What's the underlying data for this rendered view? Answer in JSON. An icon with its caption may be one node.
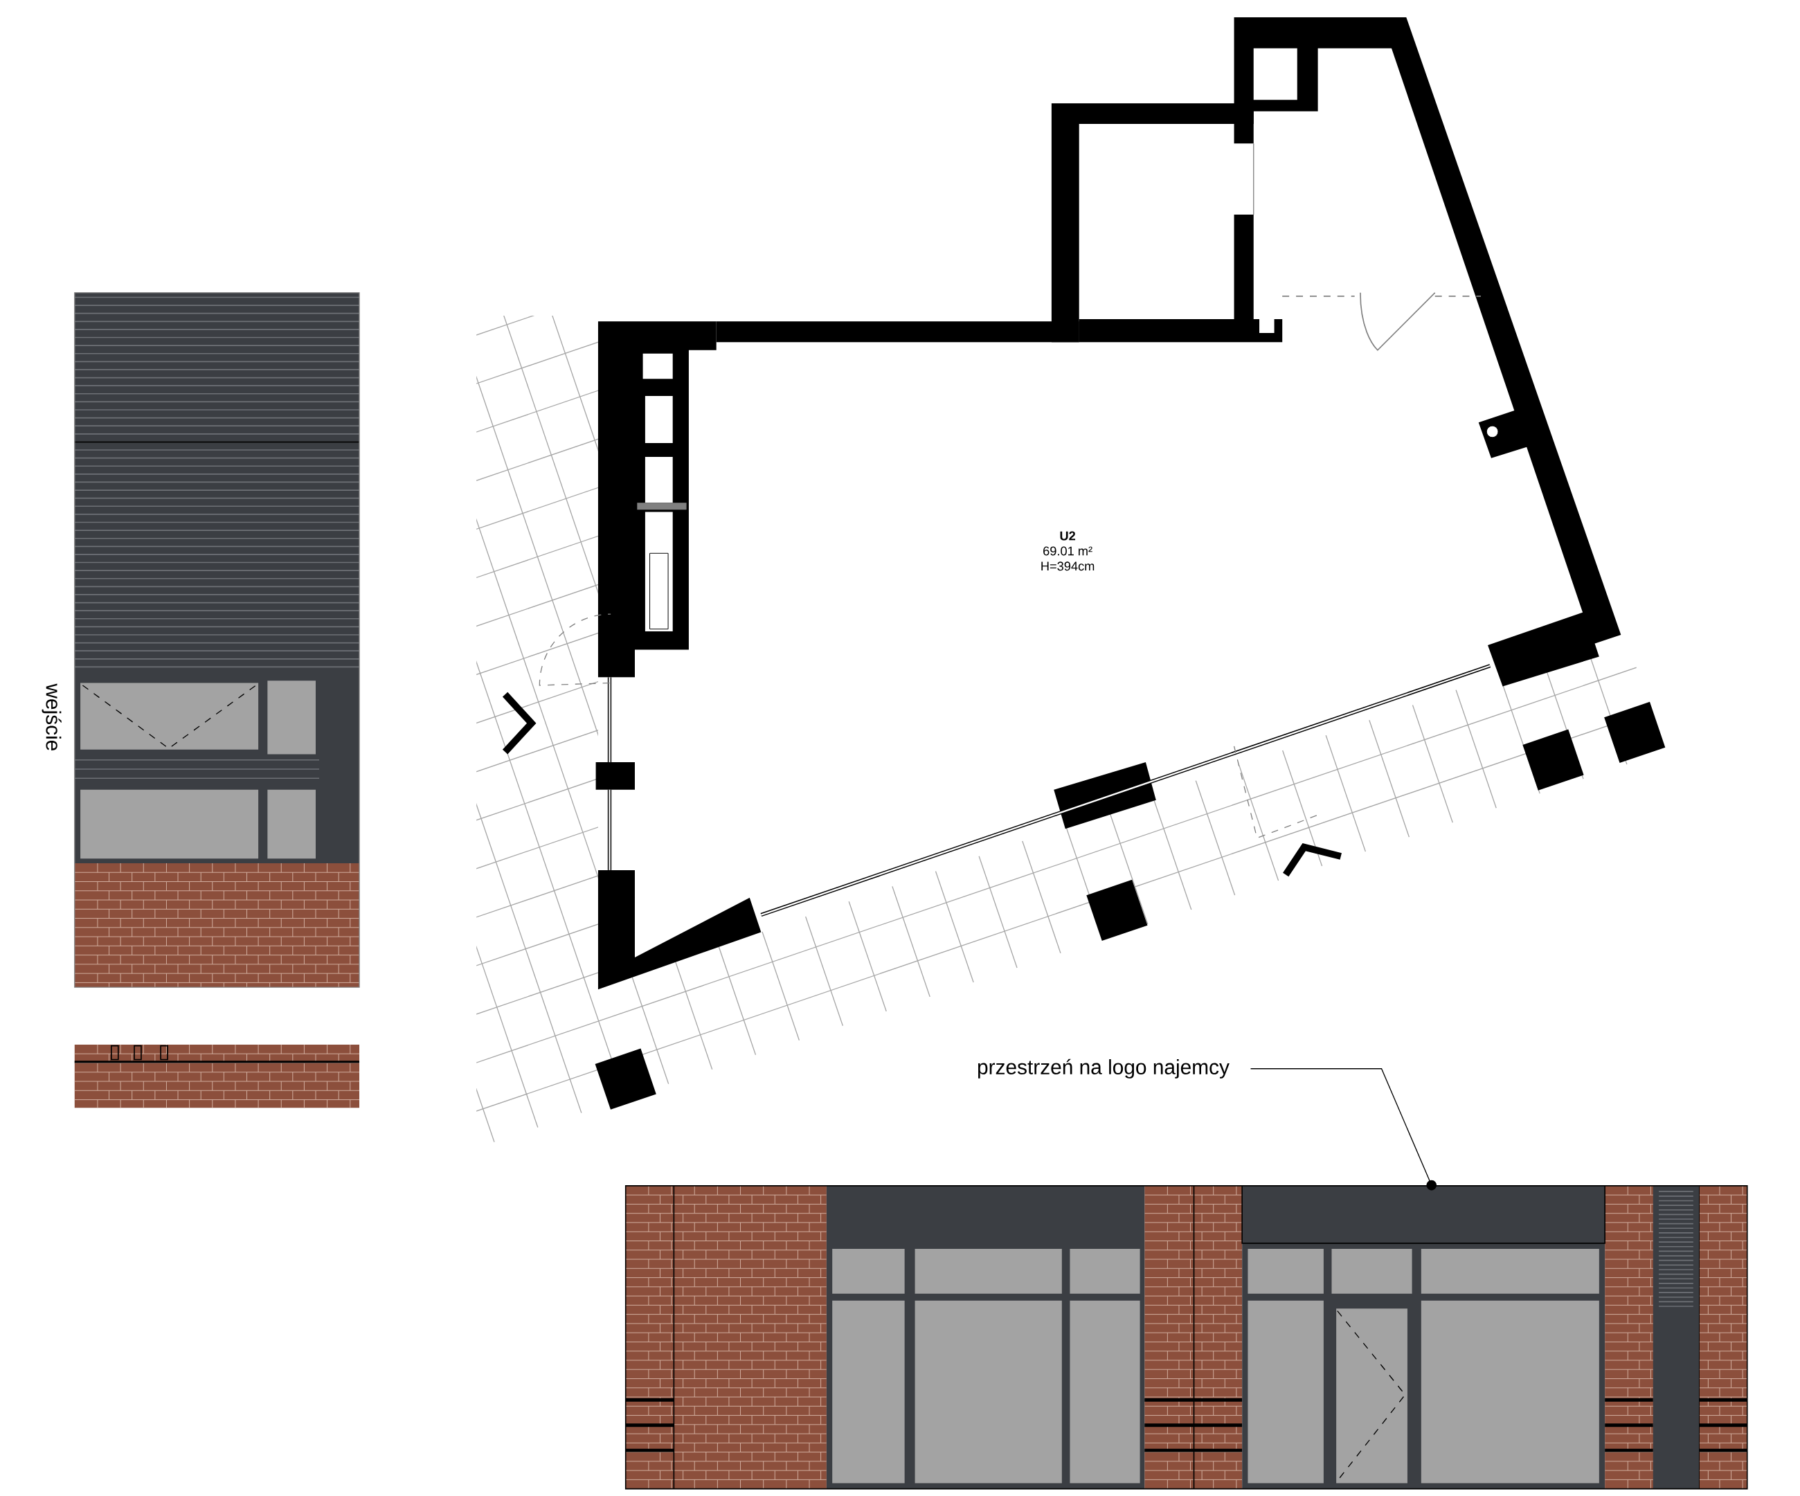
{
  "diagram": {
    "nodes": [
      {
        "text": [
          "U2",
          "69.01 m²",
          "H=394cm"
        ]
      },
      {
        "text": [
          "przestrzeń na logo najemcy"
        ]
      },
      {
        "text": [],
        "shape": "box"
      }
    ],
    "edges": [
      {
        "from": 1,
        "to": 2,
        "arrow": "other"
      }
    ],
    "labels": [
      "wejście"
    ]
  }
}
